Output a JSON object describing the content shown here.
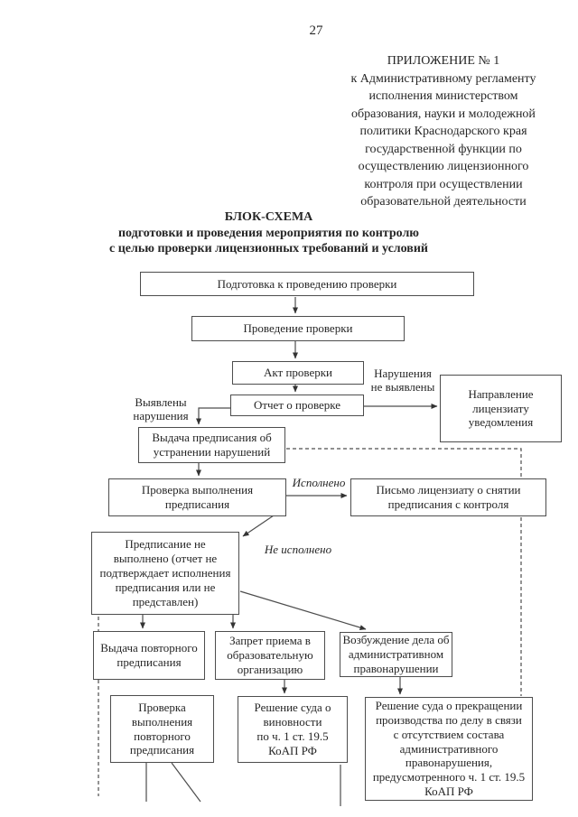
{
  "ink_color": "#262626",
  "line_color": "#4d4d4d",
  "page": {
    "number": "27"
  },
  "header": {
    "lines": [
      "ПРИЛОЖЕНИЕ № 1",
      "к Административному регламенту",
      "исполнения министерством",
      "образования, науки и молодежной",
      "политики Краснодарского края",
      "государственной функции по",
      "осуществлению лицензионного",
      "контроля при осуществлении",
      "образовательной деятельности"
    ]
  },
  "title": {
    "line1": "БЛОК-СХЕМА",
    "line2": "подготовки и проведения мероприятия по контролю",
    "line3": "с целью проверки лицензионных требований и условий"
  },
  "flowchart": {
    "nodes": {
      "podgotovka": "Подготовка к проведению проверки",
      "provedenie": "Проведение проверки",
      "akt": "Акт проверки",
      "otchet": "Отчет о проверке",
      "napravlenie": "Направление\nлицензиату\nуведомления",
      "vydacha_predpisaniya": "Выдача предписания об\nустранении нарушений",
      "proverka_vypolneniya": "Проверка выполнения\nпредписания",
      "pismo_licenziatu": "Письмо лицензиату о снятии\nпредписания с контроля",
      "predpisanie_ne_vypolneno": "Предписание не\nвыполнено (отчет не\nподтверждает исполнения\nпредписания или не\nпредставлен)",
      "vydacha_povtornogo": "Выдача повторного\nпредписания",
      "zapret_priema": "Запрет приема в\nобразовательную\nорганизацию",
      "vozbuzhdenie_dela": "Возбуждение дела об\nадминистративном\nправонарушении",
      "proverka_povtornogo": "Проверка\nвыполнения\nповторного\nпредписания",
      "reshenie_vinovnosti": "Решение суда о\nвиновности\nпо ч. 1 ст. 19.5\nКоАП РФ",
      "reshenie_prekrashchenie": "Решение суда о прекращении\nпроизводства по делу в связи\nс отсутствием состава\nадминистративного\nправонарушения,\nпредусмотренного ч. 1 ст. 19.5\nКоАП РФ"
    },
    "labels": {
      "violations_not_found": "Нарушения\nне выявлены",
      "violations_found": "Выявлены\nнарушения",
      "fulfilled": "Исполнено",
      "not_fulfilled": "Не исполнено"
    }
  }
}
